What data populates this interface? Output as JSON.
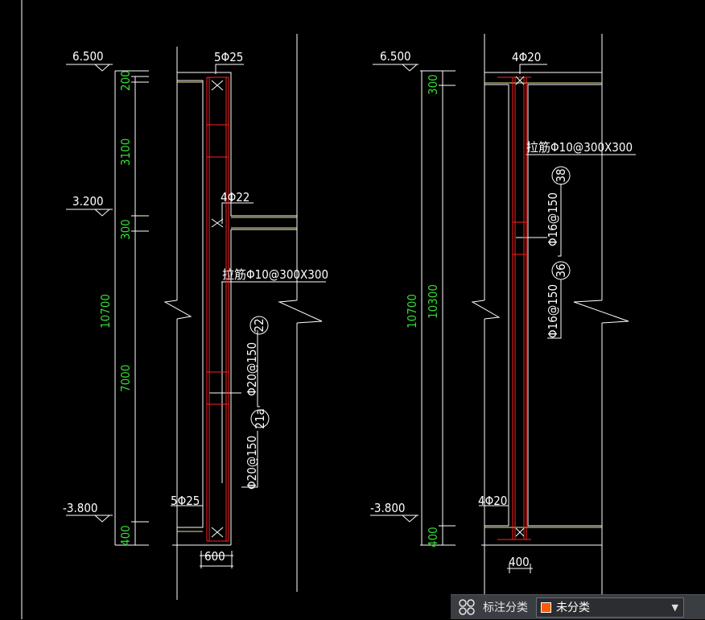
{
  "left_section": {
    "elev_top": "6.500",
    "elev_mid": "3.200",
    "elev_bot": "-3.800",
    "dim_200": "200",
    "dim_3100": "3100",
    "dim_300": "300",
    "dim_7000": "7000",
    "dim_400": "400",
    "dim_10700": "10700",
    "dim_width": "600",
    "rebar_top": "5Φ25",
    "rebar_mid": "4Φ22",
    "tie_note": "拉筋Φ10@300X300",
    "rebar_bottom": "5Φ25",
    "stirrup_upper": "Φ20@150",
    "stirrup_lower": "Φ20@150",
    "tag_upper": "22",
    "tag_lower": "21a"
  },
  "right_section": {
    "elev_top": "6.500",
    "elev_bot": "-3.800",
    "dim_300": "300",
    "dim_10300": "10300",
    "dim_400": "400",
    "dim_10700": "10700",
    "dim_width": "400",
    "rebar_top": "4Φ20",
    "tie_note": "拉筋Φ10@300X300",
    "rebar_bottom": "4Φ20",
    "stirrup_upper": "Φ16@150",
    "stirrup_lower": "Φ16@150",
    "tag_upper": "38",
    "tag_lower": "36"
  },
  "status_bar": {
    "label": "标注分类",
    "selected": "未分类",
    "swatch_color": "#ff5a00",
    "icon": "grid-icon"
  },
  "colors": {
    "background": "#000000",
    "line": "#ffffff",
    "rebar": "#ff2020",
    "slab": "#f0e68c",
    "dimension_text": "#33dd33"
  }
}
